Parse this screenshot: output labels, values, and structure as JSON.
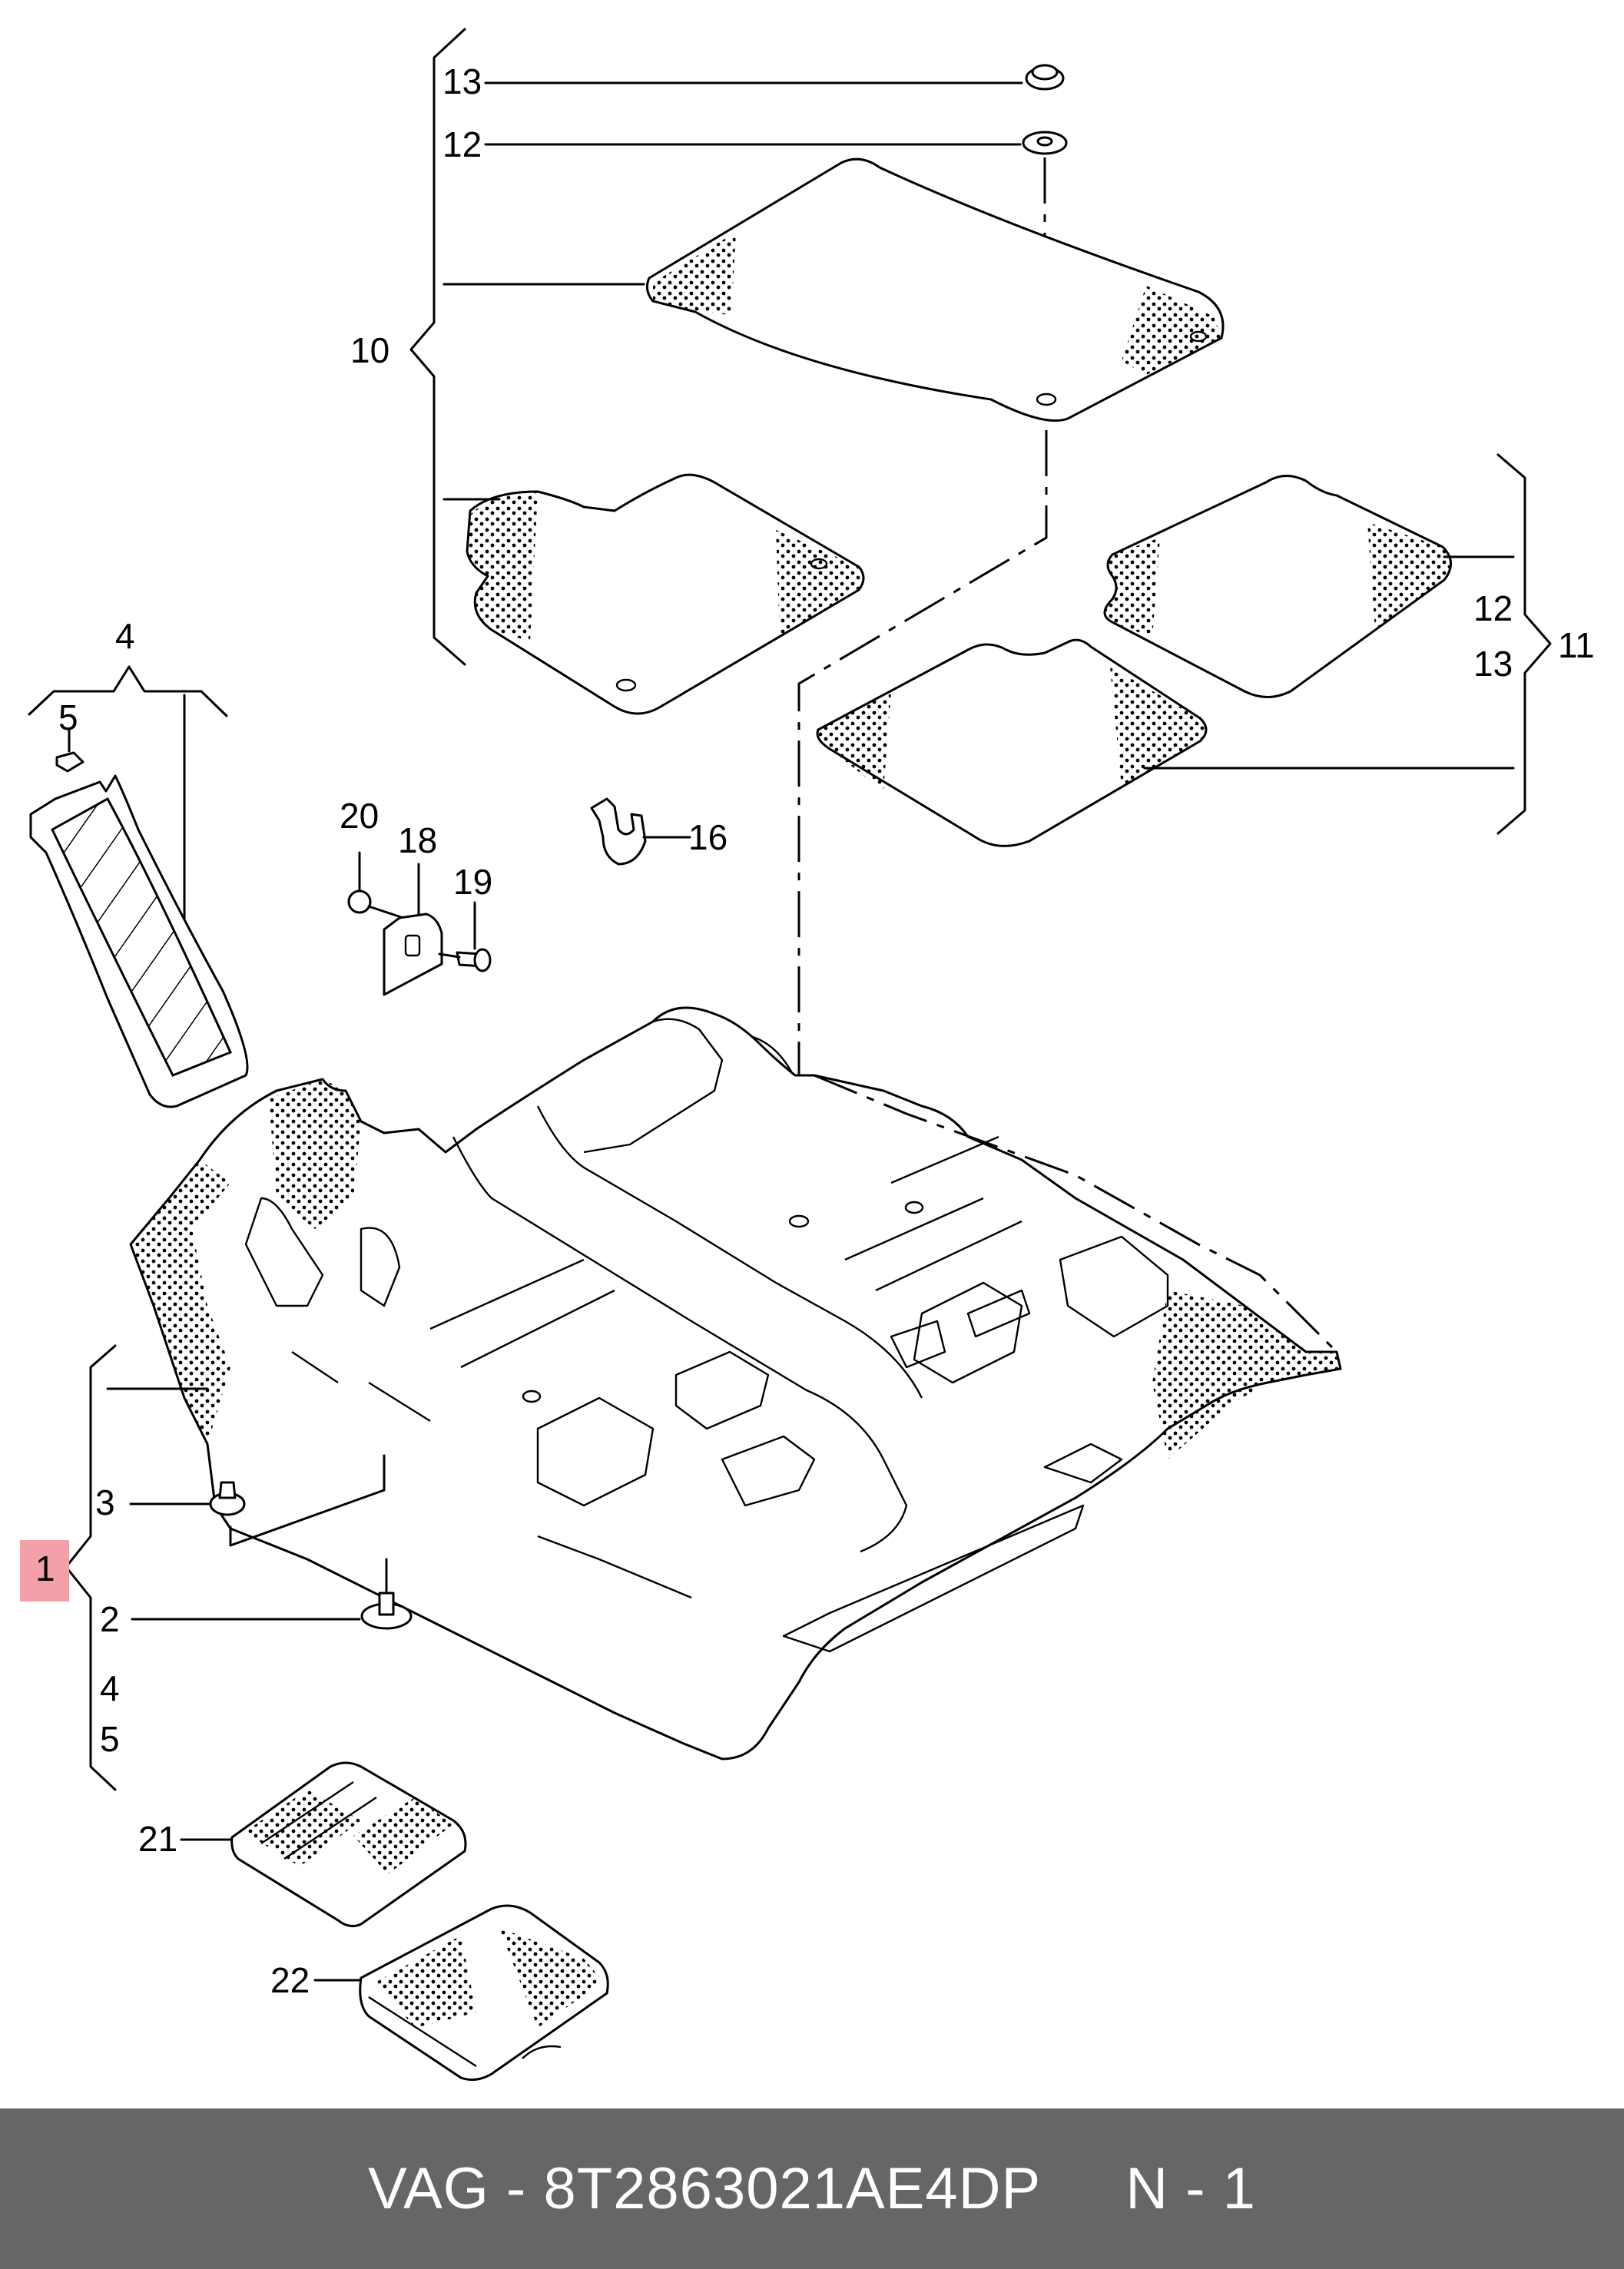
{
  "labels": {
    "l13a": "13",
    "l12a": "12",
    "l10": "10",
    "l4top": "4",
    "l5top": "5",
    "l20": "20",
    "l18": "18",
    "l19": "19",
    "l16": "16",
    "l12b": "12",
    "l13b": "13",
    "l11": "11",
    "l3": "3",
    "l1": "1",
    "l2": "2",
    "l4bot": "4",
    "l5bot": "5",
    "l21": "21",
    "l22": "22"
  },
  "footer": {
    "part_code": "VAG - 8T2863021AE4DP",
    "page_ref": "N - 1"
  },
  "colors": {
    "highlight": "#F4A0A8",
    "footer_bg": "#666666",
    "footer_text": "#FFFFFF"
  }
}
